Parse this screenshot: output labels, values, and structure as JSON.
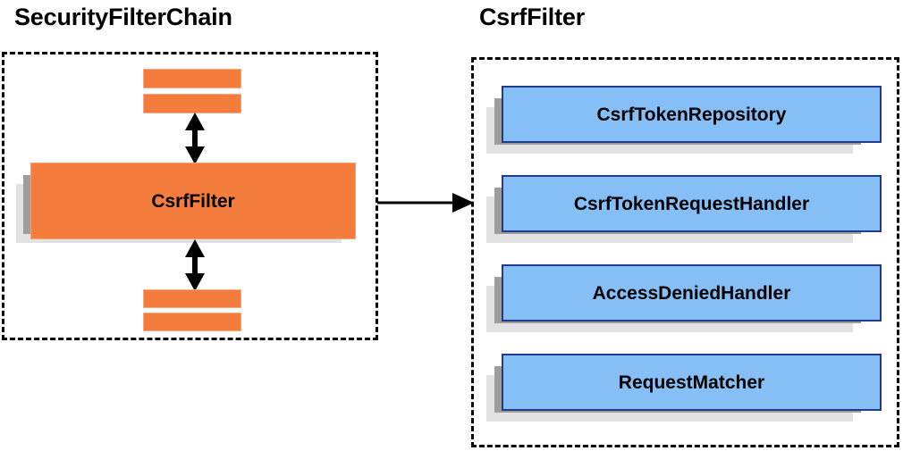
{
  "diagram": {
    "type": "component-relationship-diagram",
    "background_color": "#ffffff",
    "panels": [
      {
        "id": "security-filter-chain",
        "title": "SecurityFilterChain",
        "accent_color": "#f47c3c",
        "border_style": "dashed",
        "items": [
          {
            "label": "",
            "kind": "filter-slab"
          },
          {
            "label": "",
            "kind": "filter-slab"
          },
          {
            "label": "CsrfFilter",
            "kind": "component"
          },
          {
            "label": "",
            "kind": "filter-slab"
          },
          {
            "label": "",
            "kind": "filter-slab"
          }
        ]
      },
      {
        "id": "csrf-filter",
        "title": "CsrfFilter",
        "accent_color": "#86bff5",
        "border_style": "dashed",
        "items": [
          {
            "label": "CsrfTokenRepository",
            "kind": "component"
          },
          {
            "label": "CsrfTokenRequestHandler",
            "kind": "component"
          },
          {
            "label": "AccessDeniedHandler",
            "kind": "component"
          },
          {
            "label": "RequestMatcher",
            "kind": "component"
          }
        ]
      }
    ],
    "connectors": [
      {
        "id": "up-link",
        "style": "double-headed-vertical",
        "color": "#000000"
      },
      {
        "id": "down-link",
        "style": "double-headed-vertical",
        "color": "#000000"
      },
      {
        "id": "expand-link",
        "style": "single-headed-horizontal",
        "color": "#000000",
        "from": "security-filter-chain",
        "to": "csrf-filter"
      }
    ],
    "colors": {
      "orange": "#f47c3c",
      "orange_border": "#f6a07a",
      "blue": "#86bff5",
      "blue_border": "#1f3a8f",
      "shadow_dark": "#9d9d9d",
      "shadow_light": "#e2e2e2",
      "outline": "#000000"
    }
  }
}
